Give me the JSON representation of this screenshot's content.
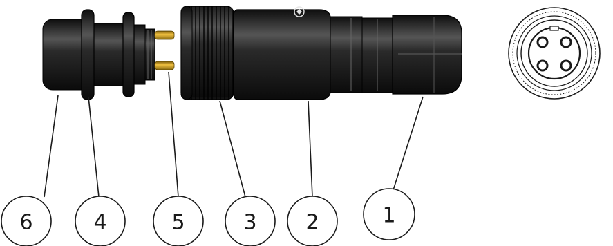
{
  "callouts": [
    {
      "id": "c6",
      "label": "6"
    },
    {
      "id": "c4",
      "label": "4"
    },
    {
      "id": "c5",
      "label": "5"
    },
    {
      "id": "c3",
      "label": "3"
    },
    {
      "id": "c2",
      "label": "2"
    },
    {
      "id": "c1",
      "label": "1"
    }
  ],
  "colors": {
    "body": "#1b1b1b",
    "body_highlight": "#4a4a4a",
    "pin": "#d4a017",
    "outline": "#1a1a1a",
    "background": "#ffffff"
  }
}
